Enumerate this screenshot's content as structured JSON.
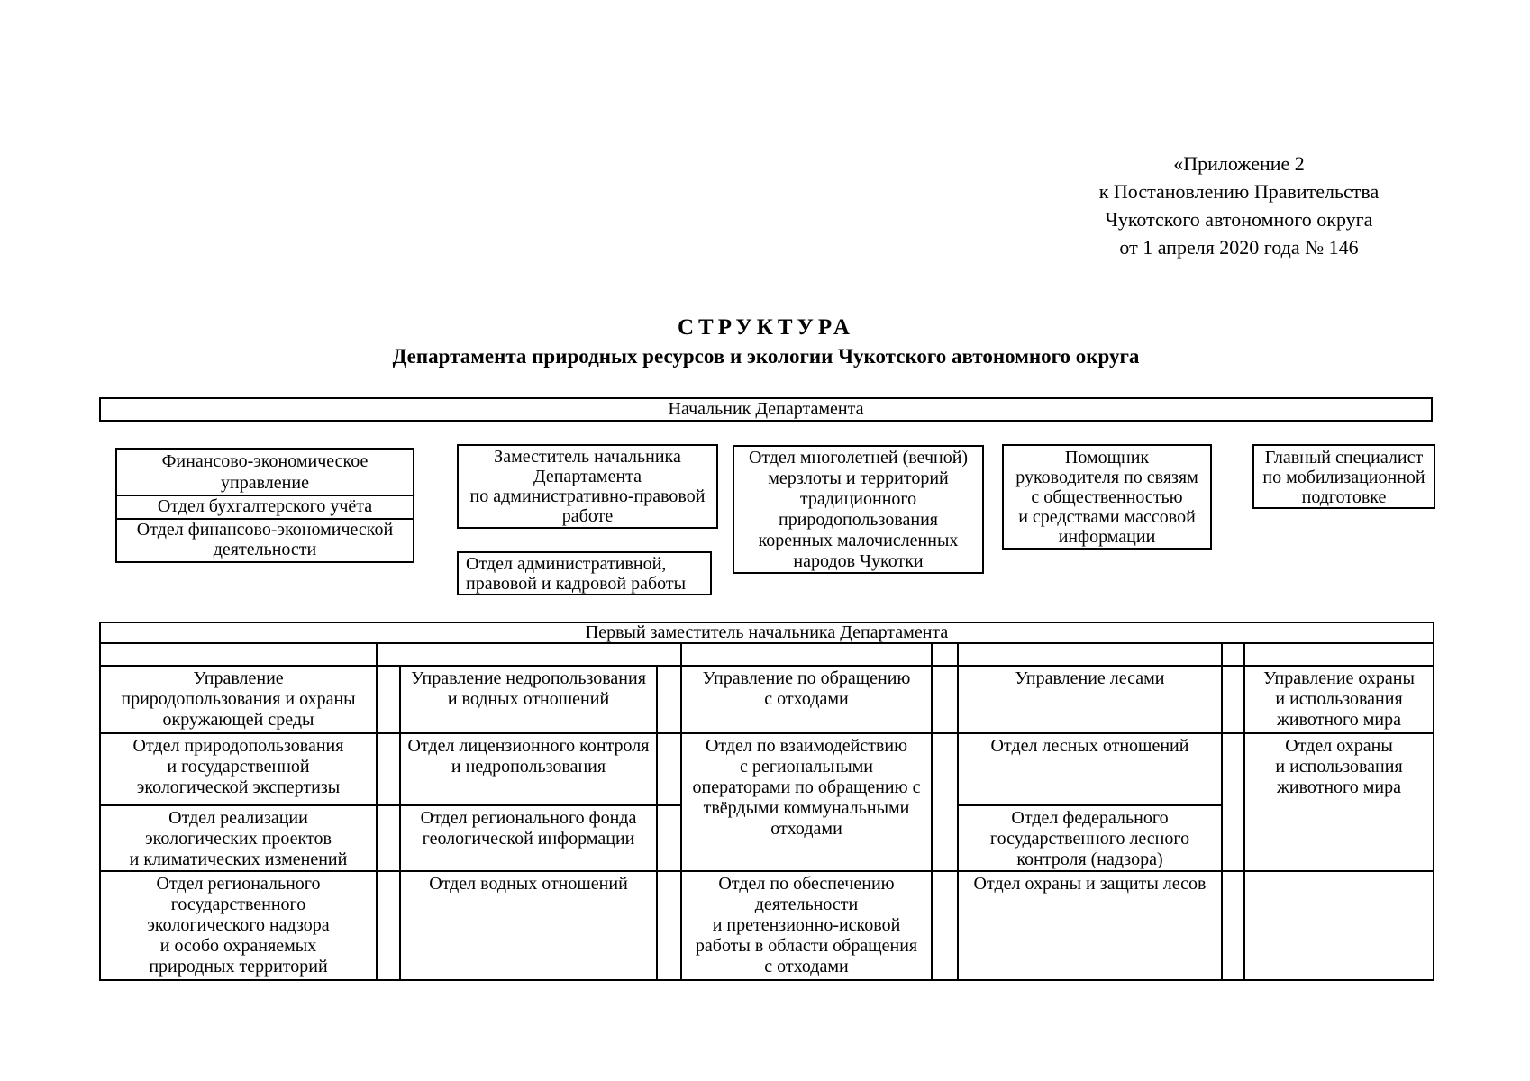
{
  "page": {
    "appendix_reference": "«Приложение 2\nк Постановлению Правительства\nЧукотского автономного округа\nот 1 апреля 2020 года № 146",
    "title": "СТРУКТУРА",
    "subtitle": "Департамента природных ресурсов и экологии Чукотского автономного округа"
  },
  "chart": {
    "head": "Начальник Департамента",
    "top_units": {
      "finance_title": "Финансово-экономическое\nуправление",
      "finance_dept1": "Отдел бухгалтерского учёта",
      "finance_dept2": "Отдел финансово-экономической\nдеятельности",
      "deputy_admin": "Заместитель начальника\nДепартамента\nпо административно-правовой\nработе",
      "admin_dept": "Отдел административной,\nправовой и кадровой работы",
      "permafrost_dept": "Отдел многолетней (вечной)\nмерзлоты и территорий\nтрадиционного\nприродопользования\nкоренных малочисленных\nнародов Чукотки",
      "assistant": "Помощник\nруководителя по связям\nс общественностью\nи средствами массовой\nинформации",
      "mobilization": "Главный специалист\nпо мобилизационной\nподготовке"
    },
    "first_deputy": "Первый заместитель начальника Департамента",
    "divisions": {
      "nature": {
        "title": "Управление\nприродопользования и охраны\nокружающей среды",
        "dept1": "Отдел природопользования\nи государственной\nэкологической экспертизы",
        "dept2": "Отдел реализации\nэкологических проектов\nи климатических изменений",
        "dept3": "Отдел регионального\nгосударственного\nэкологического надзора\nи особо охраняемых\nприродных территорий"
      },
      "subsoil": {
        "title": "Управление недропользования\nи водных отношений",
        "dept1": "Отдел лицензионного контроля\nи недропользования",
        "dept2": "Отдел регионального фонда\nгеологической информации",
        "dept3": "Отдел водных отношений"
      },
      "waste": {
        "title": "Управление по обращению\nс отходами",
        "dept1": "Отдел по взаимодействию\nс региональными\nоператорами по обращению с\nтвёрдыми коммунальными\nотходами",
        "dept2": "Отдел по обеспечению\nдеятельности\nи претензионно-исковой\nработы в области обращения\nс отходами"
      },
      "forest": {
        "title": "Управление лесами",
        "dept1": "Отдел лесных отношений",
        "dept2": "Отдел федерального\nгосударственного лесного\nконтроля (надзора)",
        "dept3": "Отдел охраны и защиты лесов"
      },
      "wildlife": {
        "title": "Управление охраны\nи использования\nживотного мира",
        "dept1": "Отдел охраны\nи использования\nживотного мира",
        "empty": ""
      }
    }
  }
}
